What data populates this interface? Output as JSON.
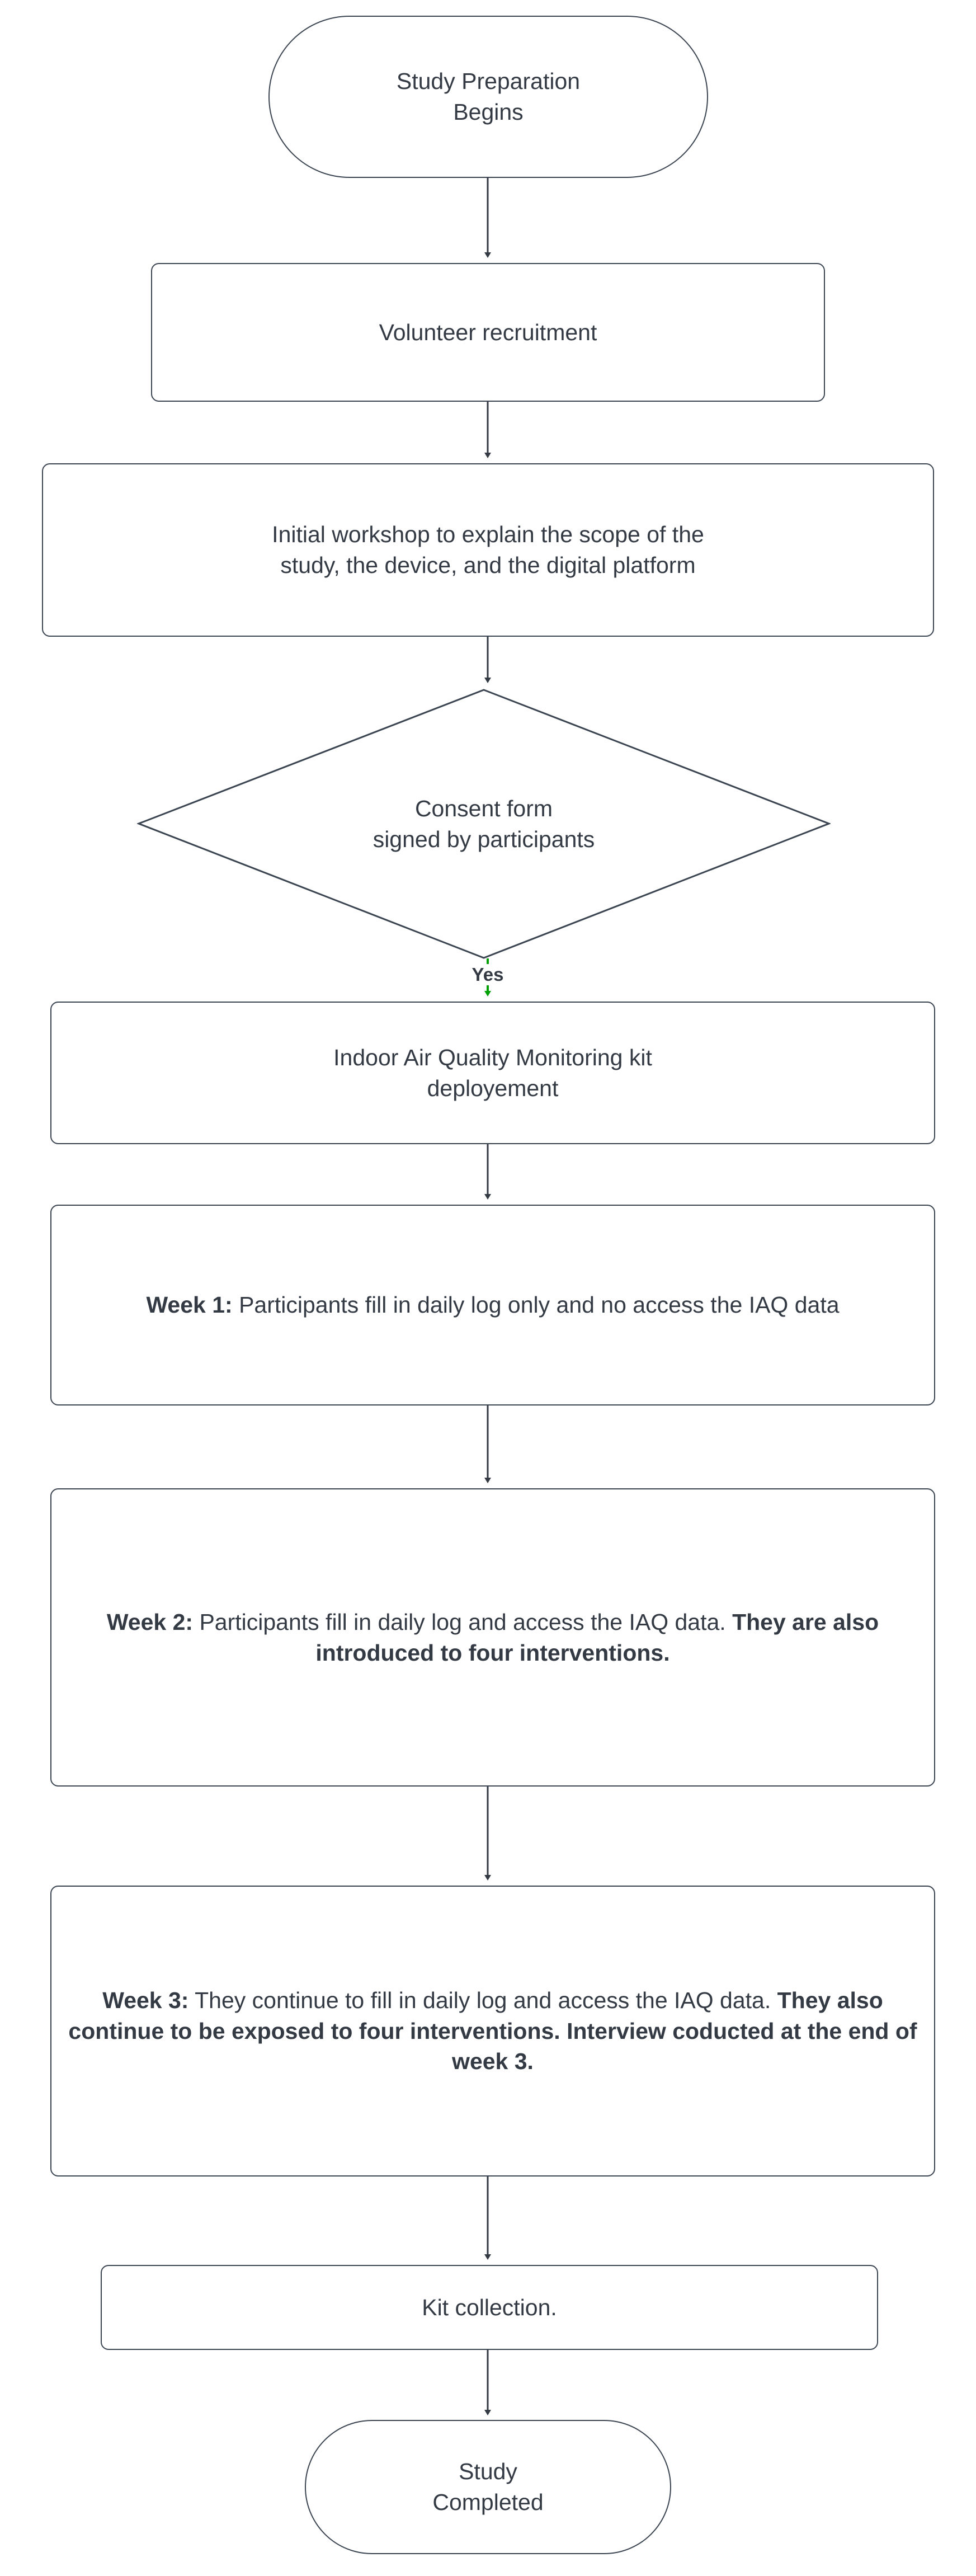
{
  "diagram": {
    "type": "flowchart",
    "orientation": "top-to-bottom",
    "background_color": "#ffffff",
    "node_border_color": "#3b4451",
    "node_fill_color": "#ffffff",
    "text_color": "#333a44",
    "edge_color": "#333a44",
    "decision_edge_color": "#00a000"
  },
  "nodes": {
    "start": {
      "shape": "stadium",
      "label_line1": "Study Preparation",
      "label_line2": "Begins"
    },
    "recruitment": {
      "shape": "rounded-rect",
      "label": "Volunteer recruitment"
    },
    "workshop": {
      "shape": "rounded-rect",
      "label_line1": "Initial workshop to explain the scope of the",
      "label_line2": "study, the device, and the digital platform"
    },
    "consent": {
      "shape": "diamond",
      "label_line1": "Consent form",
      "label_line2": "signed by participants"
    },
    "kit_deployment": {
      "shape": "rounded-rect",
      "label_line1": "Indoor Air Quality Monitoring kit",
      "label_line2": "deployement"
    },
    "week1": {
      "shape": "rounded-rect",
      "bold_prefix": "Week 1:",
      "text": " Participants fill in daily log only and no access the IAQ data"
    },
    "week2": {
      "shape": "rounded-rect",
      "bold_prefix": "Week 2:",
      "text": " Participants fill in daily log and access the IAQ data. ",
      "bold_suffix": "They are also introduced to four interventions."
    },
    "week3": {
      "shape": "rounded-rect",
      "bold_prefix": "Week 3:",
      "text": " They continue to  fill in daily log and access the IAQ data. ",
      "bold_suffix": "They also continue to be exposed to four interventions. Interview coducted at the end of week 3."
    },
    "kit_collection": {
      "shape": "rounded-rect",
      "label": "Kit collection."
    },
    "end": {
      "shape": "stadium",
      "label_line1": "Study",
      "label_line2": "Completed"
    }
  },
  "edges": [
    {
      "from": "start",
      "to": "recruitment",
      "label": ""
    },
    {
      "from": "recruitment",
      "to": "workshop",
      "label": ""
    },
    {
      "from": "workshop",
      "to": "consent",
      "label": ""
    },
    {
      "from": "consent",
      "to": "kit_deployment",
      "label": "Yes"
    },
    {
      "from": "kit_deployment",
      "to": "week1",
      "label": ""
    },
    {
      "from": "week1",
      "to": "week2",
      "label": ""
    },
    {
      "from": "week2",
      "to": "week3",
      "label": ""
    },
    {
      "from": "week3",
      "to": "kit_collection",
      "label": ""
    },
    {
      "from": "kit_collection",
      "to": "end",
      "label": ""
    }
  ],
  "edge_labels": {
    "consent_yes": "Yes"
  }
}
